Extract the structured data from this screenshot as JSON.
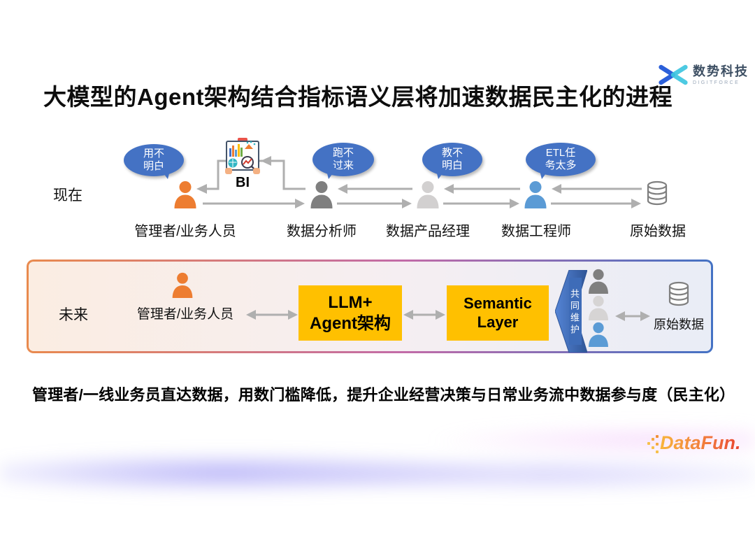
{
  "slide": {
    "title": "大模型的Agent架构结合指标语义层将加速数据民主化的进程"
  },
  "brand": {
    "name": "数势科技",
    "subtitle": "DIGITFORCE"
  },
  "now": {
    "label": "现在",
    "bi_label": "BI",
    "bubbles": [
      {
        "lines": [
          "用不",
          "明白"
        ]
      },
      {
        "lines": [
          "跑不",
          "过来"
        ]
      },
      {
        "lines": [
          "教不",
          "明白"
        ]
      },
      {
        "lines": [
          "ETL任",
          "务太多"
        ]
      }
    ],
    "roles": [
      "管理者/业务人员",
      "数据分析师",
      "数据产品经理",
      "数据工程师",
      "原始数据"
    ]
  },
  "future": {
    "label": "未来",
    "manager_label": "管理者/业务人员",
    "llm_lines": [
      "LLM+",
      "Agent架构"
    ],
    "semantic_lines": [
      "Semantic",
      "Layer"
    ],
    "maintain_label": "共同维护",
    "data_label": "原始数据"
  },
  "summary": "管理者/一线业务员直达数据，用数门槛降低，提升企业经营决策与日常业务流中数据参与度（民主化）",
  "footer": {
    "logo_text": "DataFun."
  },
  "icons": {
    "brand_mark": "crossed-ribbon-x",
    "bi": "bi-dashboard-clipboard",
    "person": "person-bust-silhouette",
    "database": "database-cylinder",
    "maintain_arrow": "left-chevron-banner",
    "datafun_mark": "pixel-dot-cluster"
  },
  "colors": {
    "bubble_blue": "#4472C4",
    "person_orange": "#ED7D31",
    "person_dark_gray": "#7F7F7F",
    "person_light_gray": "#D2D0D0",
    "person_blue": "#5B9BD5",
    "highlight_yellow": "#FFC000",
    "connector_gray": "#AFAFAF",
    "future_border_gradient": [
      "#E98A4E",
      "#4472C4"
    ]
  }
}
